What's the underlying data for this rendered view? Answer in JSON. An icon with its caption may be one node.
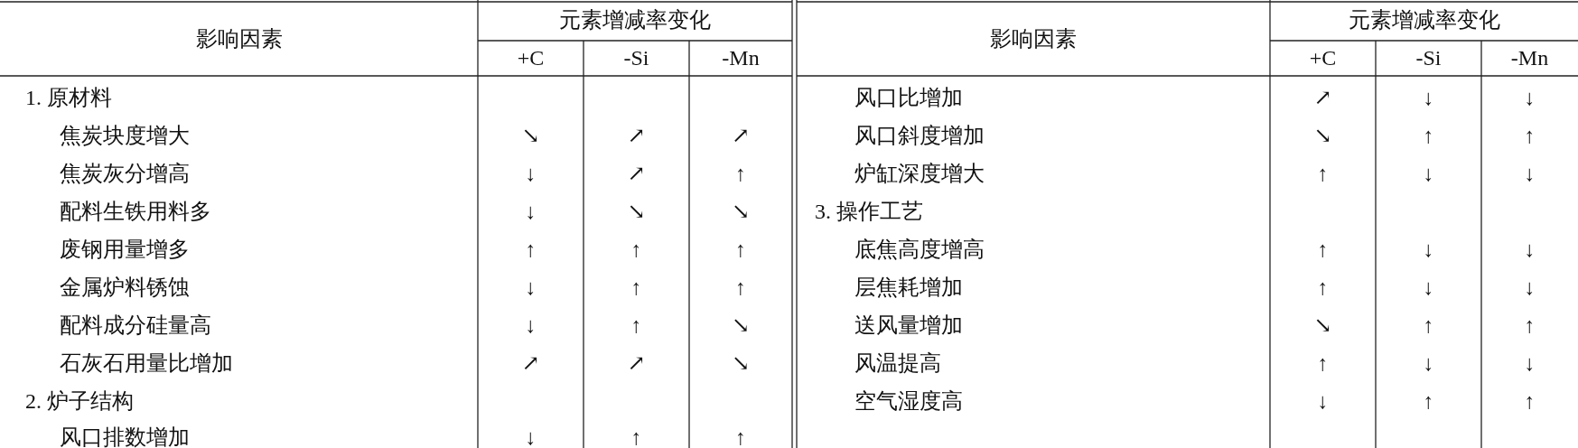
{
  "diagram": {
    "labels": [
      "影响因素",
      "元素增减率变化",
      "影响因素",
      "元素增减率变化",
      "+C",
      "-Si",
      "-Mn",
      "+C",
      "-Si",
      "-Mn",
      "1. 原材料",
      "风口比增加",
      "↗",
      "↓",
      "↓",
      "焦炭块度增大",
      "↘",
      "↗",
      "↗",
      "风口斜度增加",
      "↘",
      "↑",
      "↑",
      "焦炭灰分增高",
      "↓",
      "↗",
      "↑",
      "炉缸深度增大",
      "↑",
      "↓",
      "↓",
      "配料生铁用料多",
      "↓",
      "↘",
      "↘",
      "3. 操作工艺",
      "废钢用量增多",
      "↑",
      "↑",
      "↑",
      "底焦高度增高",
      "↑",
      "↓",
      "↓",
      "金属炉料锈蚀",
      "↓",
      "↑",
      "↑",
      "层焦耗增加",
      "↑",
      "↓",
      "↓",
      "配料成分硅量高",
      "↓",
      "↑",
      "↘",
      "送风量增加",
      "↘",
      "↑",
      "↑",
      "石灰石用量比增加",
      "↗",
      "↗",
      "↘",
      "风温提高",
      "↑",
      "↓",
      "↓",
      "2. 炉子结构",
      "空气湿度高",
      "↓",
      "↑",
      "↑",
      "风口排数增加",
      "↓",
      "↑",
      "↑"
    ]
  }
}
